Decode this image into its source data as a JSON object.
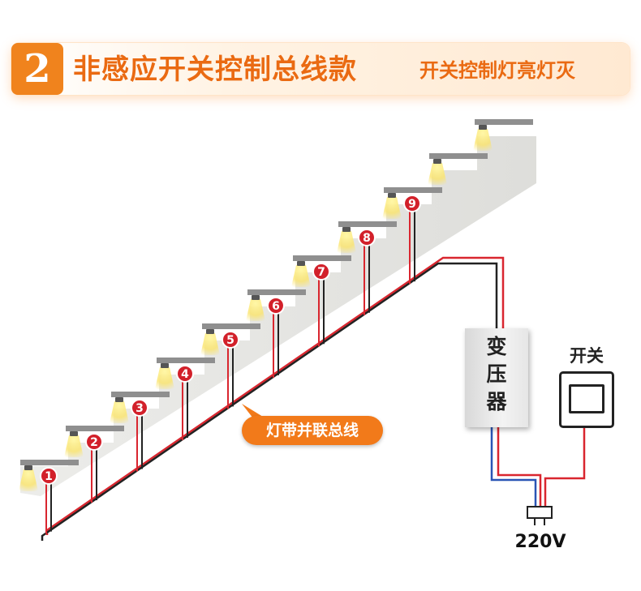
{
  "header": {
    "number": "2",
    "title": "非感应开关控制总线款",
    "subtitle": "开关控制灯亮灯灭"
  },
  "diagram": {
    "lamp_numbers": [
      "1",
      "2",
      "3",
      "4",
      "5",
      "6",
      "7",
      "8",
      "9"
    ],
    "bus_label": "灯带并联总线",
    "transformer_label": "变\n压\n器",
    "switch_label": "开关",
    "voltage_label": "220V"
  },
  "colors": {
    "accent": "#f0831d",
    "title": "#ea6a12",
    "badge": "#d2202a",
    "wire_red": "#d9262f",
    "wire_blue": "#2a55b5"
  }
}
